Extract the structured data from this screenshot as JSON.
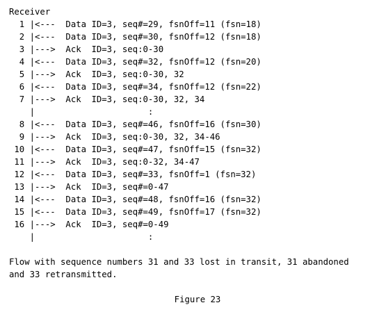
{
  "header": "Receiver",
  "lines": [
    "  1 |<---  Data ID=3, seq#=29, fsnOff=11 (fsn=18)",
    "  2 |<---  Data ID=3, seq#=30, fsnOff=12 (fsn=18)",
    "  3 |--->  Ack  ID=3, seq:0-30",
    "  4 |<---  Data ID=3, seq#=32, fsnOff=12 (fsn=20)",
    "  5 |--->  Ack  ID=3, seq:0-30, 32",
    "  6 |<---  Data ID=3, seq#=34, fsnOff=12 (fsn=22)",
    "  7 |--->  Ack  ID=3, seq:0-30, 32, 34",
    "    |                      :",
    "  8 |<---  Data ID=3, seq#=46, fsnOff=16 (fsn=30)",
    "  9 |--->  Ack  ID=3, seq:0-30, 32, 34-46",
    " 10 |<---  Data ID=3, seq#=47, fsnOff=15 (fsn=32)",
    " 11 |--->  Ack  ID=3, seq:0-32, 34-47",
    " 12 |<---  Data ID=3, seq#=33, fsnOff=1 (fsn=32)",
    " 13 |--->  Ack  ID=3, seq#=0-47",
    " 14 |<---  Data ID=3, seq#=48, fsnOff=16 (fsn=32)",
    " 15 |<---  Data ID=3, seq#=49, fsnOff=17 (fsn=32)",
    " 16 |--->  Ack  ID=3, seq#=0-49",
    "    |                      :"
  ],
  "caption": [
    "Flow with sequence numbers 31 and 33 lost in transit, 31 abandoned",
    "and 33 retransmitted."
  ],
  "figure_label": "Figure 23"
}
